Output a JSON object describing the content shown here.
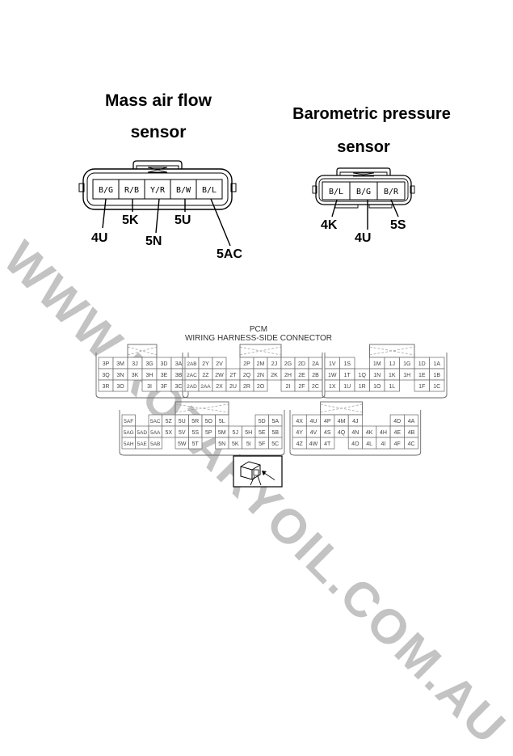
{
  "maf": {
    "title_line1": "Mass air flow",
    "title_line2": "sensor",
    "pins": [
      "B/G",
      "R/B",
      "Y/R",
      "B/W",
      "B/L"
    ],
    "terminals": [
      "4U",
      "5K",
      "5N",
      "5U",
      "5AC"
    ]
  },
  "baro": {
    "title_line1": "Barometric pressure",
    "title_line2": "sensor",
    "pins": [
      "B/L",
      "B/G",
      "B/R"
    ],
    "terminals": [
      "4K",
      "4U",
      "5S"
    ]
  },
  "pcm": {
    "title_line1": "PCM",
    "title_line2": "WIRING HARNESS-SIDE CONNECTOR",
    "block3": [
      [
        "3P",
        "3M",
        "3J",
        "3G",
        "3D",
        "3A"
      ],
      [
        "3Q",
        "3N",
        "3K",
        "3H",
        "3E",
        "3B"
      ],
      [
        "3R",
        "3O",
        "",
        "3I",
        "3F",
        "3C"
      ]
    ],
    "block2": [
      [
        "2AB",
        "2Y",
        "2V",
        "",
        "2P",
        "2M",
        "2J",
        "2G",
        "2D",
        "2A"
      ],
      [
        "2AC",
        "2Z",
        "2W",
        "2T",
        "2Q",
        "2N",
        "2K",
        "2H",
        "2E",
        "2B"
      ],
      [
        "2AD",
        "2AA",
        "2X",
        "2U",
        "2R",
        "2O",
        "",
        "2I",
        "2F",
        "2C"
      ]
    ],
    "block1": [
      [
        "1V",
        "1S",
        "",
        "1M",
        "1J",
        "1G",
        "1D",
        "1A"
      ],
      [
        "1W",
        "1T",
        "1Q",
        "1N",
        "1K",
        "1H",
        "1E",
        "1B"
      ],
      [
        "1X",
        "1U",
        "1R",
        "1O",
        "1L",
        "",
        "1F",
        "1C"
      ]
    ],
    "block5": [
      [
        "5AF",
        "",
        "5AC",
        "5Z",
        "5U",
        "5R",
        "5O",
        "5L",
        "",
        "",
        "5D",
        "5A"
      ],
      [
        "5AG",
        "5AD",
        "5AA",
        "5X",
        "5V",
        "5S",
        "5P",
        "5M",
        "5J",
        "5H",
        "5E",
        "5B"
      ],
      [
        "5AH",
        "5AE",
        "5AB",
        "",
        "5W",
        "5T",
        "",
        "5N",
        "5K",
        "5I",
        "5F",
        "5C"
      ]
    ],
    "block4": [
      [
        "4X",
        "4U",
        "4P",
        "4M",
        "4J",
        "",
        "",
        "4D",
        "4A"
      ],
      [
        "4Y",
        "4V",
        "4S",
        "4Q",
        "4N",
        "4K",
        "4H",
        "4E",
        "4B"
      ],
      [
        "4Z",
        "4W",
        "4T",
        "",
        "4O",
        "4L",
        "4I",
        "4F",
        "4C"
      ]
    ]
  },
  "watermark": "WWW.ROTARYOIL.COM.AU"
}
